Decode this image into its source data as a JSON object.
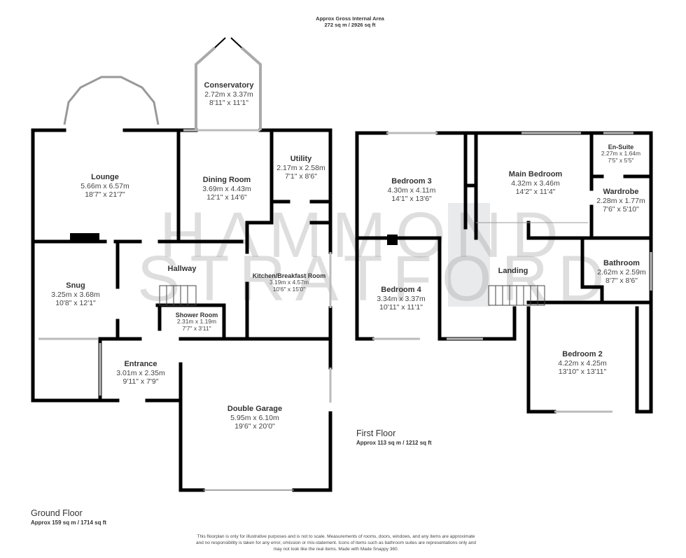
{
  "header": {
    "line1": "Approx Gross Internal Area",
    "line2": "272 sq m / 2926 sq ft"
  },
  "watermark": {
    "line1": "HAMMOND",
    "line2": "STRATFORD"
  },
  "ground_floor": {
    "title": "Ground Floor",
    "area": "Approx 159 sq m / 1714 sq ft",
    "rooms": [
      {
        "name": "Conservatory",
        "metric": "2.72m x 3.37m",
        "imperial": "8'11\" x 11'1\""
      },
      {
        "name": "Lounge",
        "metric": "5.66m x 6.57m",
        "imperial": "18'7\" x 21'7\""
      },
      {
        "name": "Dining Room",
        "metric": "3.69m x 4.43m",
        "imperial": "12'1\" x 14'6\""
      },
      {
        "name": "Utility",
        "metric": "2.17m x 2.58m",
        "imperial": "7'1\" x 8'6\""
      },
      {
        "name": "Hallway",
        "metric": "",
        "imperial": ""
      },
      {
        "name": "Snug",
        "metric": "3.25m x 3.68m",
        "imperial": "10'8\" x 12'1\""
      },
      {
        "name": "Kitchen/Breakfast Room",
        "metric": "3.19m x 4.57m",
        "imperial": "10'6\" x 15'0\""
      },
      {
        "name": "Shower Room",
        "metric": "2.31m x 1.19m",
        "imperial": "7'7\" x 3'11\""
      },
      {
        "name": "Entrance",
        "metric": "3.01m x 2.35m",
        "imperial": "9'11\" x 7'9\""
      },
      {
        "name": "Double Garage",
        "metric": "5.95m x 6.10m",
        "imperial": "19'6\" x 20'0\""
      }
    ]
  },
  "first_floor": {
    "title": "First Floor",
    "area": "Approx 113 sq m / 1212 sq ft",
    "rooms": [
      {
        "name": "Bedroom 3",
        "metric": "4.30m x 4.11m",
        "imperial": "14'1\" x 13'6\""
      },
      {
        "name": "Main Bedroom",
        "metric": "4.32m x 3.46m",
        "imperial": "14'2\" x 11'4\""
      },
      {
        "name": "En-Suite",
        "metric": "2.27m x 1.64m",
        "imperial": "7'5\" x 5'5\""
      },
      {
        "name": "Wardrobe",
        "metric": "2.28m x 1.77m",
        "imperial": "7'6\" x 5'10\""
      },
      {
        "name": "Landing",
        "metric": "",
        "imperial": ""
      },
      {
        "name": "Bathroom",
        "metric": "2.62m x 2.59m",
        "imperial": "8'7\" x 8'6\""
      },
      {
        "name": "Bedroom 4",
        "metric": "3.34m x 3.37m",
        "imperial": "10'11\" x 11'1\""
      },
      {
        "name": "Bedroom 2",
        "metric": "4.22m x 4.25m",
        "imperial": "13'10\" x 13'11\""
      }
    ]
  },
  "disclaimer": {
    "line1": "This floorplan is only for illustrative purposes and is not to scale. Measurements of rooms, doors, windows, and any items are approximate",
    "line2": "and no responsibility is taken for any error, omission or mis-statement. Icons of items such as bathroom suites are representations only and",
    "line3": "may not look like the real items. Made with Made Snappy 360."
  },
  "colors": {
    "wall": "#000000",
    "window": "#bdbdbd",
    "watermark": "#a0a0a0",
    "logo_block": "#e6e8ea"
  }
}
